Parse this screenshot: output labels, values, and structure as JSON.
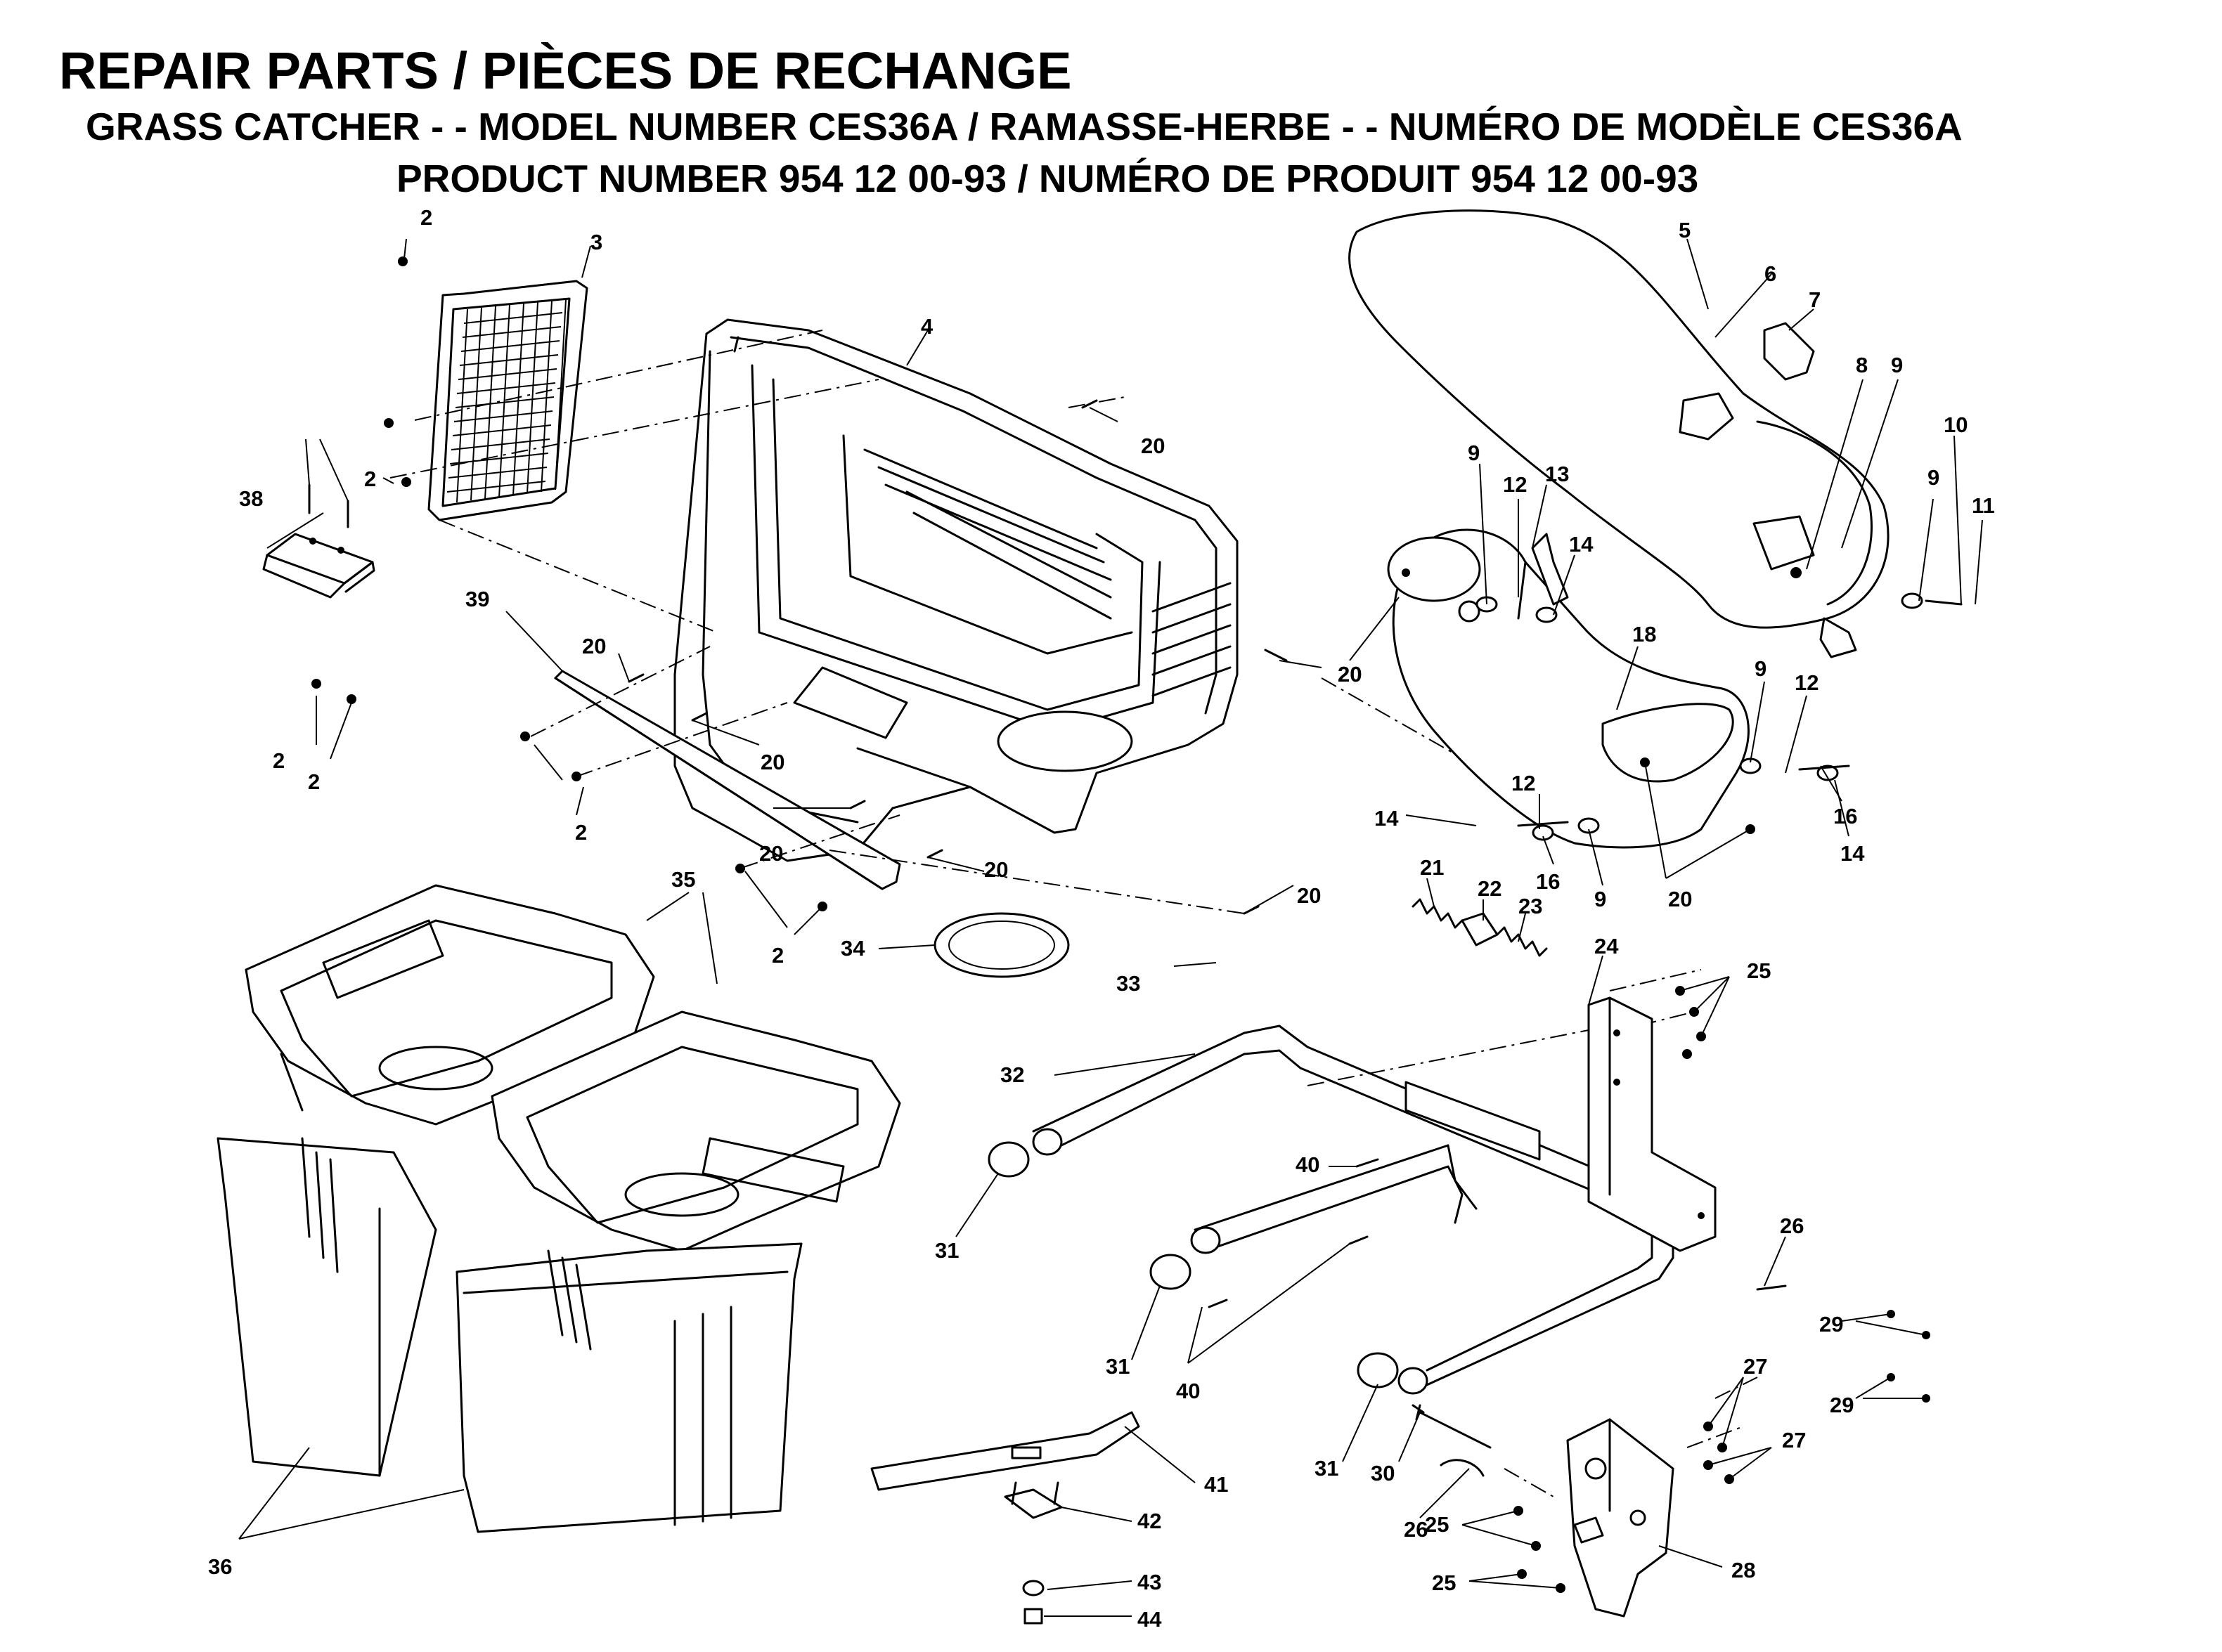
{
  "header": {
    "title": "REPAIR PARTS / PIÈCES DE RECHANGE",
    "model_line": "GRASS CATCHER - - MODEL NUMBER CES36A / RAMASSE-HERBE - - NUMÉRO DE MODÈLE CES36A",
    "product_line": "PRODUCT NUMBER 954 12 00-93 / NUMÉRO DE PRODUIT 954 12 00-93"
  },
  "callouts": [
    "2",
    "3",
    "20",
    "38",
    "2",
    "2",
    "2",
    "39",
    "20",
    "2",
    "20",
    "4",
    "20",
    "20",
    "20",
    "2",
    "20",
    "35",
    "34",
    "36",
    "5",
    "6",
    "7",
    "8",
    "9",
    "10",
    "9",
    "11",
    "9",
    "12",
    "13",
    "14",
    "20",
    "18",
    "9",
    "12",
    "16",
    "14",
    "14",
    "12",
    "16",
    "9",
    "20",
    "21",
    "22",
    "23",
    "33",
    "24",
    "25",
    "32",
    "26",
    "40",
    "31",
    "31",
    "40",
    "29",
    "29",
    "27",
    "27",
    "30",
    "31",
    "26",
    "25",
    "25",
    "28",
    "41",
    "42",
    "43",
    "44"
  ]
}
